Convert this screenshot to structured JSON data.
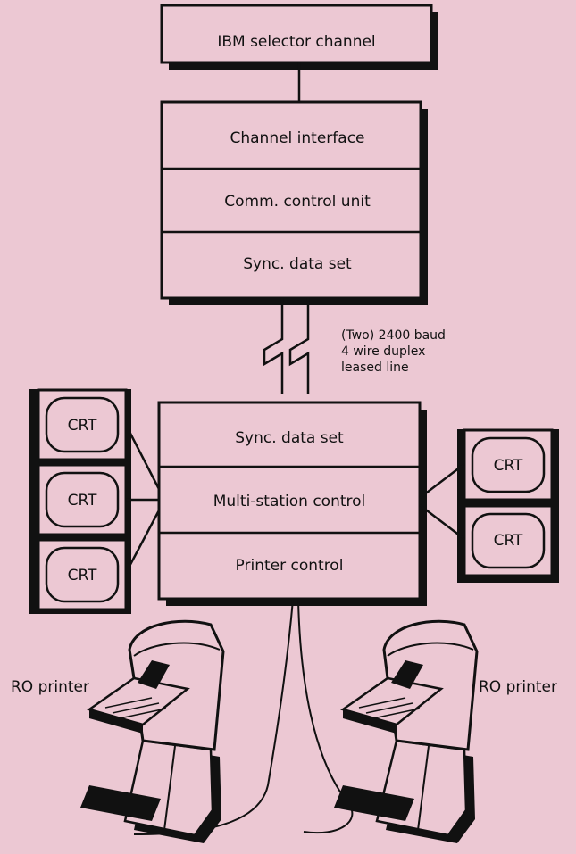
{
  "colors": {
    "background": "#ecc8d3",
    "ink": "#111111",
    "shadow": "#111111",
    "box_fill": "#ecc8d3"
  },
  "host": {
    "selector_channel": "IBM selector channel",
    "sections": [
      "Channel interface",
      "Comm. control unit",
      "Sync. data set"
    ]
  },
  "line": {
    "note": [
      "(Two) 2400 baud",
      "4 wire duplex",
      "leased line"
    ]
  },
  "terminal": {
    "sections": [
      "Sync. data set",
      "Multi-station control",
      "Printer control"
    ]
  },
  "crt_left": [
    "CRT",
    "CRT",
    "CRT"
  ],
  "crt_right": [
    "CRT",
    "CRT"
  ],
  "printers": {
    "left_label": "RO printer",
    "right_label": "RO printer",
    "icon": "teleprinter-icon"
  }
}
